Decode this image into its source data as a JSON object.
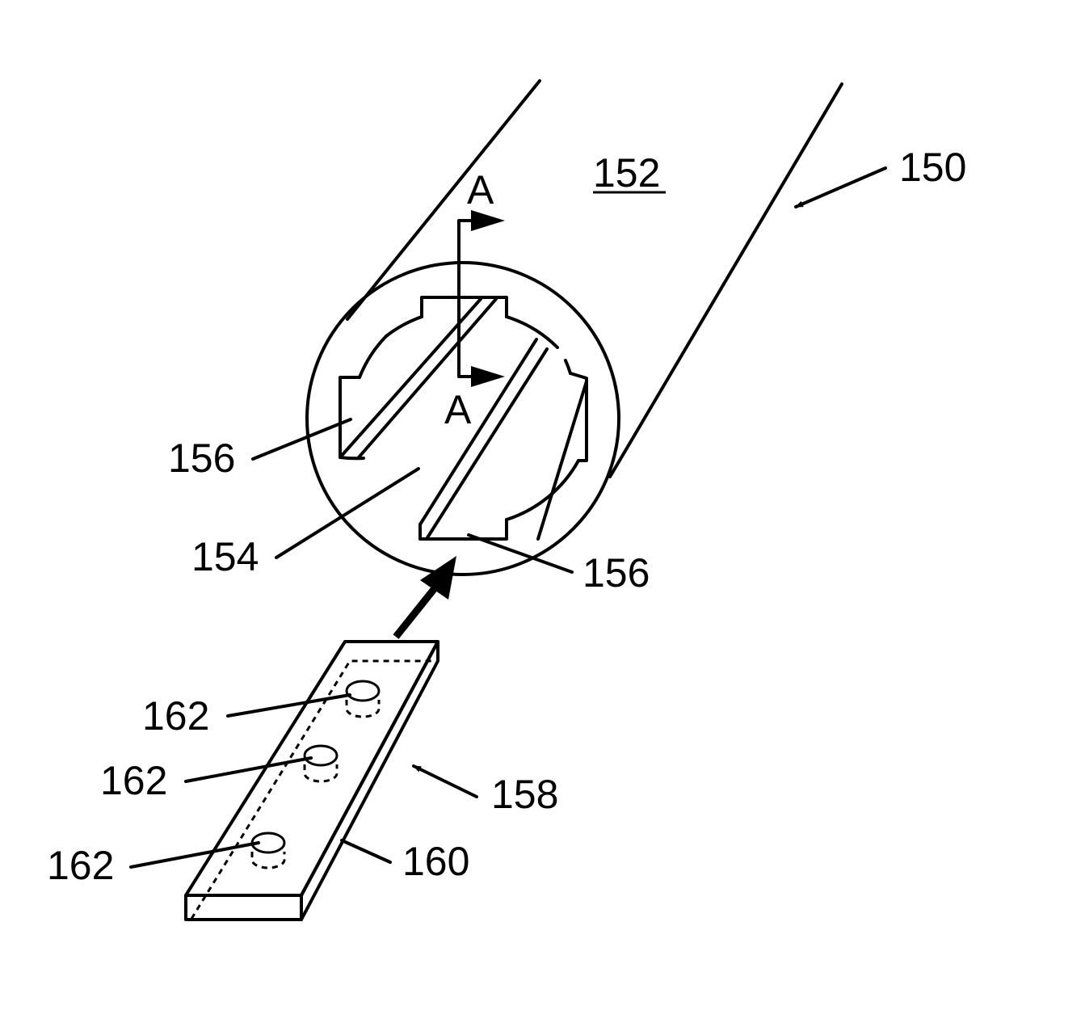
{
  "figure": {
    "labels": {
      "tube": "150",
      "surface": "152",
      "socket": "154",
      "slot_left": "156",
      "slot_right": "156",
      "insert": "158",
      "insert_side": "160",
      "pin_top": "162",
      "pin_middle": "162",
      "pin_bottom": "162",
      "section_top": "A",
      "section_bottom": "A"
    }
  }
}
